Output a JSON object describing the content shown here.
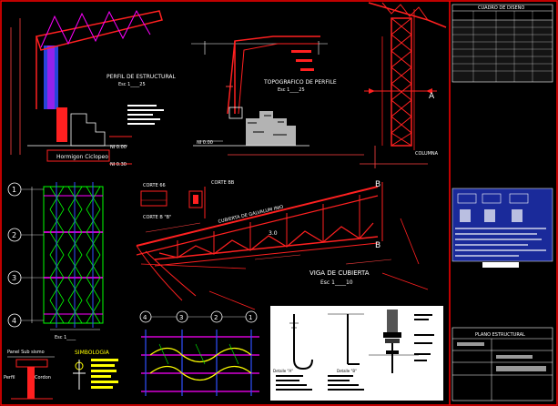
{
  "colors": {
    "background": "#000000",
    "frame": "#ff0000",
    "structure": "#ff2020",
    "dimension": "#ff4040",
    "text_white": "#ffffff",
    "bracing_green": "#00ff00",
    "purlin_magenta": "#ff00ff",
    "column_blue": "#3050ff",
    "concrete_yellow": "#ffff00",
    "panel_blue": "#1a2a9a"
  },
  "labels": {
    "perfil_estructural": "PERFIL DE ESTRUCTURAL",
    "esc_1": "Esc 1____25",
    "perfil_topografico": "TOPOGRAFICO DE PERFILE",
    "esc_2": "Esc 1____25",
    "nivel_1": "NI 0.00",
    "nivel_2": "NI 0.00",
    "nivel_3": "NI 0.30",
    "hormigon": "Hormigon Ciclopeo",
    "columna": "COLUMNA",
    "marker_a": "A",
    "marker_b_top": "B",
    "marker_b_bottom": "B",
    "corte_66": "CORTE 66",
    "corte_bb": "CORTE BB",
    "corte_b": "CORTE B \"B\"",
    "cubierta_label": "CUBIERTA DE GALVALUM INIO",
    "viga_title": "VIGA DE CUBIERTA",
    "viga_esc": "Esc 1____10",
    "plan_esc": "Esc 1____",
    "panel_title": "Panel Sub sismo",
    "perfil_label": "Perfil",
    "cordon": "Cordon",
    "simbologia": "SIMBOLOGIA",
    "detalle_1": "Detalle \"A\"",
    "detalle_2": "Detalle \"B\"",
    "axis_1": "1",
    "axis_2": "2",
    "axis_3": "3",
    "axis_4": "4",
    "plan_4": "4",
    "plan_3": "3",
    "plan_2": "2",
    "plan_1": "1",
    "dim_3": "3.0"
  },
  "title_block": {
    "header": "CUADRO DE DISEÑO",
    "name": "PLANO ESTRUCTURAL"
  }
}
